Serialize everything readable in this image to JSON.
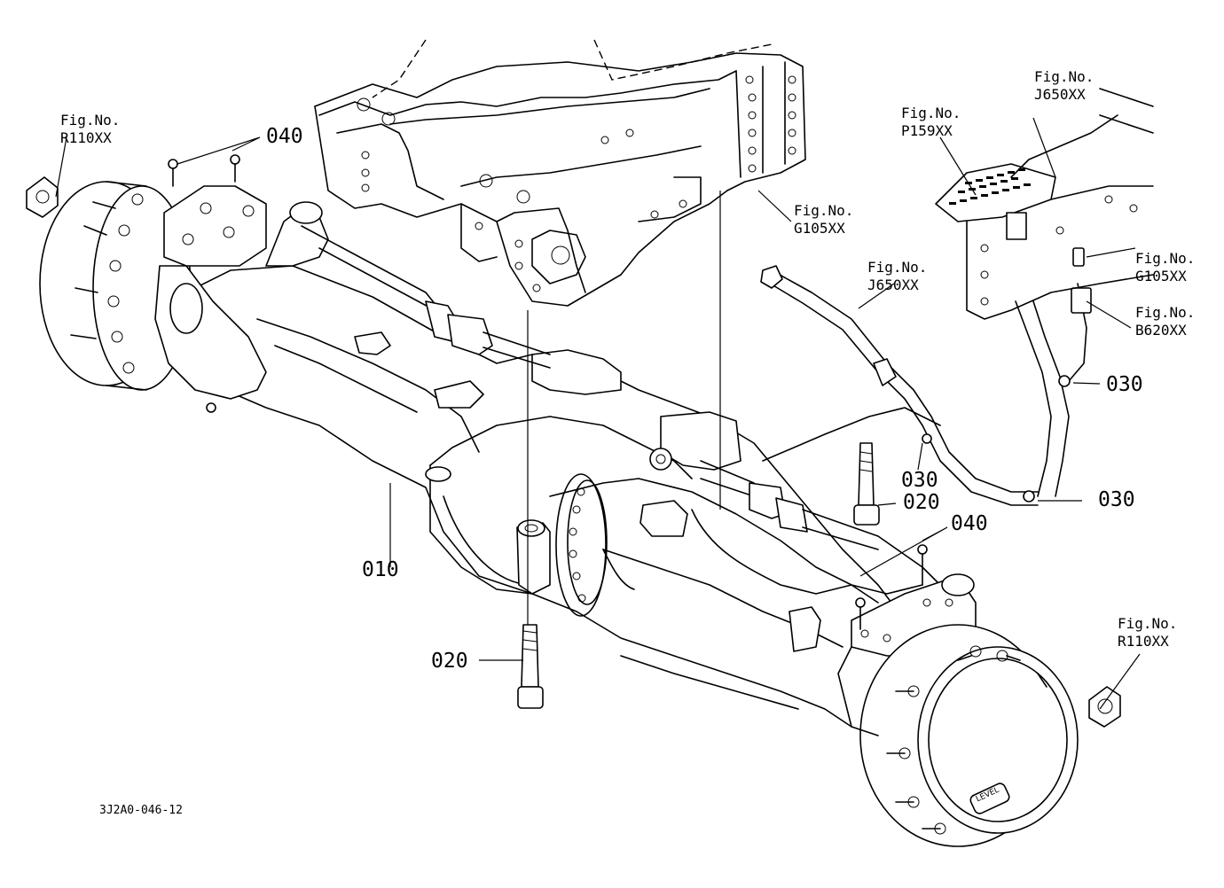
{
  "diagram": {
    "part_numbers": {
      "axle": "010",
      "bolt": "020",
      "clamp": "030",
      "cap": "040"
    },
    "figure_references": [
      {
        "prefix": "Fig.No.",
        "code": "R110XX"
      },
      {
        "prefix": "Fig.No.",
        "code": "P159XX"
      },
      {
        "prefix": "Fig.No.",
        "code": "J650XX"
      },
      {
        "prefix": "Fig.No.",
        "code": "G105XX"
      },
      {
        "prefix": "Fig.No.",
        "code": "J650XX"
      },
      {
        "prefix": "Fig.No.",
        "code": "G105XX"
      },
      {
        "prefix": "Fig.No.",
        "code": "B620XX"
      },
      {
        "prefix": "Fig.No.",
        "code": "R110XX"
      }
    ],
    "drawing_code": "3J2A0-046-12",
    "hub_badge_text": "LEVEL"
  }
}
